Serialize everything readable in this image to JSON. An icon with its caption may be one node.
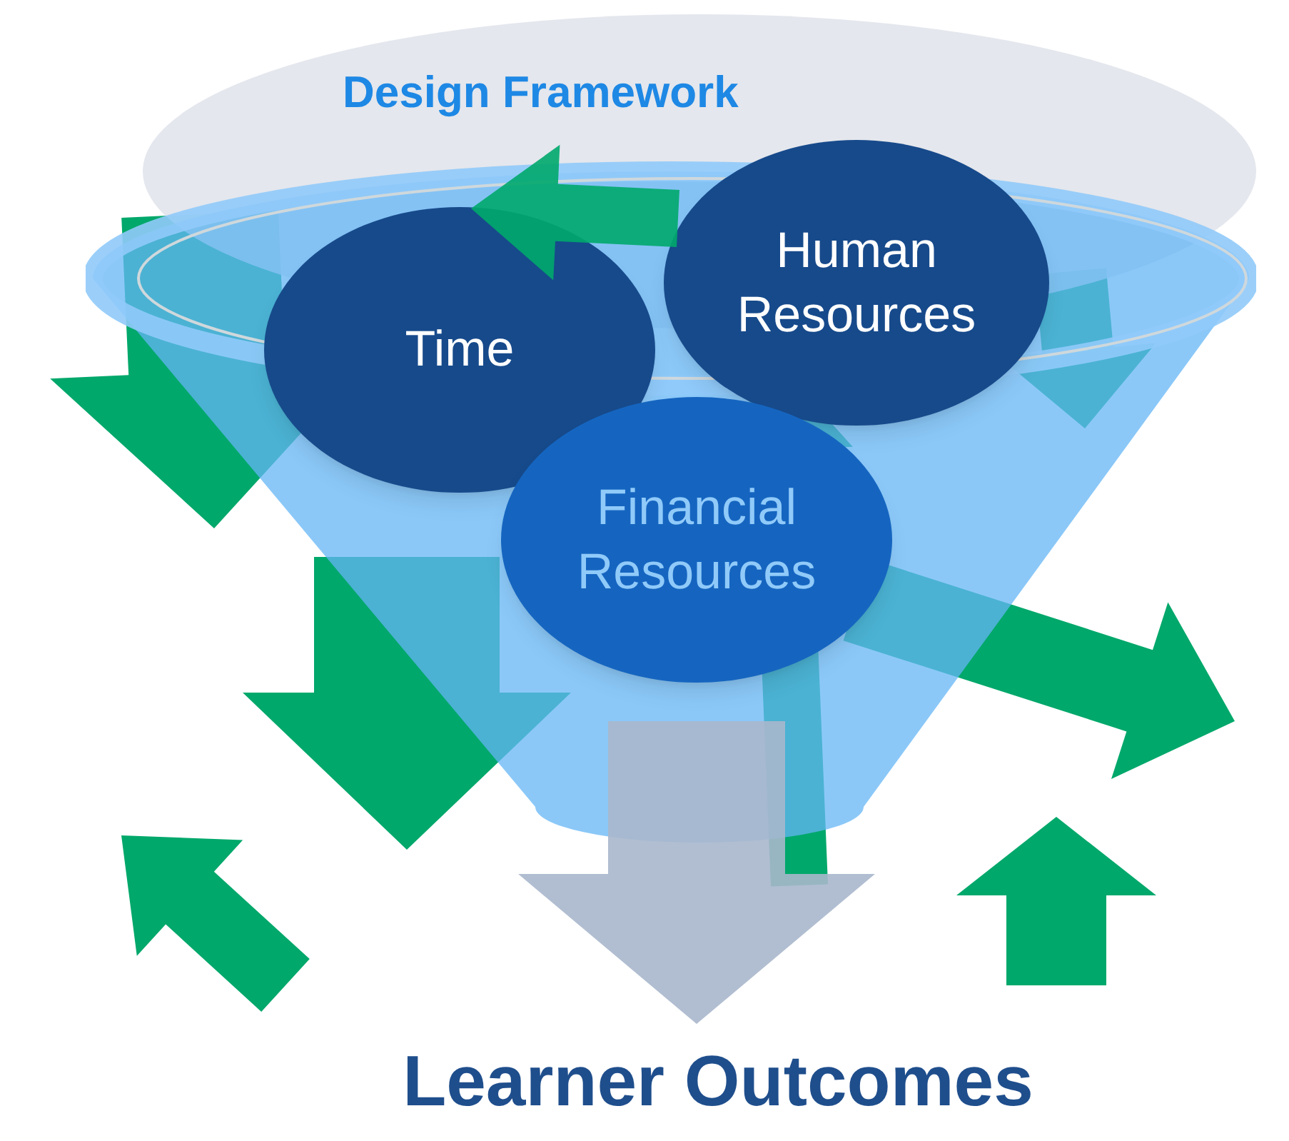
{
  "diagram": {
    "nodes": [
      {
        "text": [
          "Design Framework"
        ]
      },
      {
        "text": [
          "Time"
        ],
        "in": 0
      },
      {
        "text": [
          "Human Resources"
        ],
        "in": 0
      },
      {
        "text": [
          "Financial Resources"
        ],
        "in": 0
      },
      {
        "text": [
          "Learner Outcomes"
        ]
      }
    ],
    "edges": [
      {
        "from": 0,
        "to": 4,
        "arrow": "to"
      },
      {
        "from": 2,
        "to": 1,
        "arrow": "to",
        "color": "#00a86b"
      }
    ]
  }
}
